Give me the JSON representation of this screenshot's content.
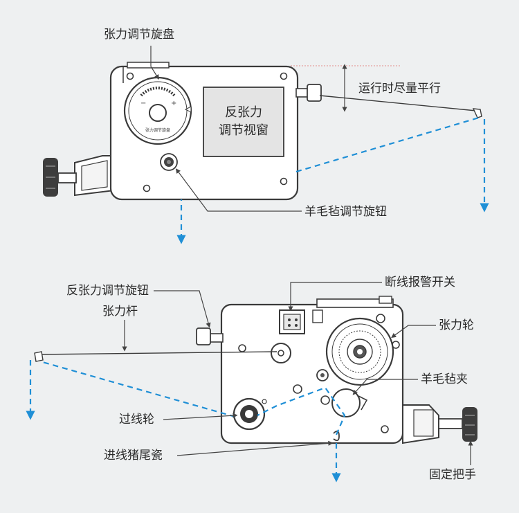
{
  "diagram": {
    "top_view": {
      "labels": {
        "tension_knob": "张力调节旋盘",
        "travel_parallel": "运行时尽量平行",
        "reverse_window": "反张力\n调节视窗",
        "felt_knob": "羊毛毡调节旋钮",
        "dial_text": "张力调节旋盘"
      }
    },
    "bottom_view": {
      "labels": {
        "reverse_knob": "反张力调节旋钮",
        "tension_arm": "张力杆",
        "break_switch": "断线报警开关",
        "tension_wheel": "张力轮",
        "felt_clip": "羊毛毡夹",
        "guide_wheel": "过线轮",
        "inlet_ceramic": "进线猪尾瓷",
        "fixed_handle": "固定把手"
      }
    },
    "colors": {
      "wire": "#1f8fd6",
      "outline": "#3a3a3a",
      "body": "#ffffff",
      "background": "#eef0f1",
      "window": "#e4e4e4",
      "guide_line": "#e38b8b"
    }
  }
}
